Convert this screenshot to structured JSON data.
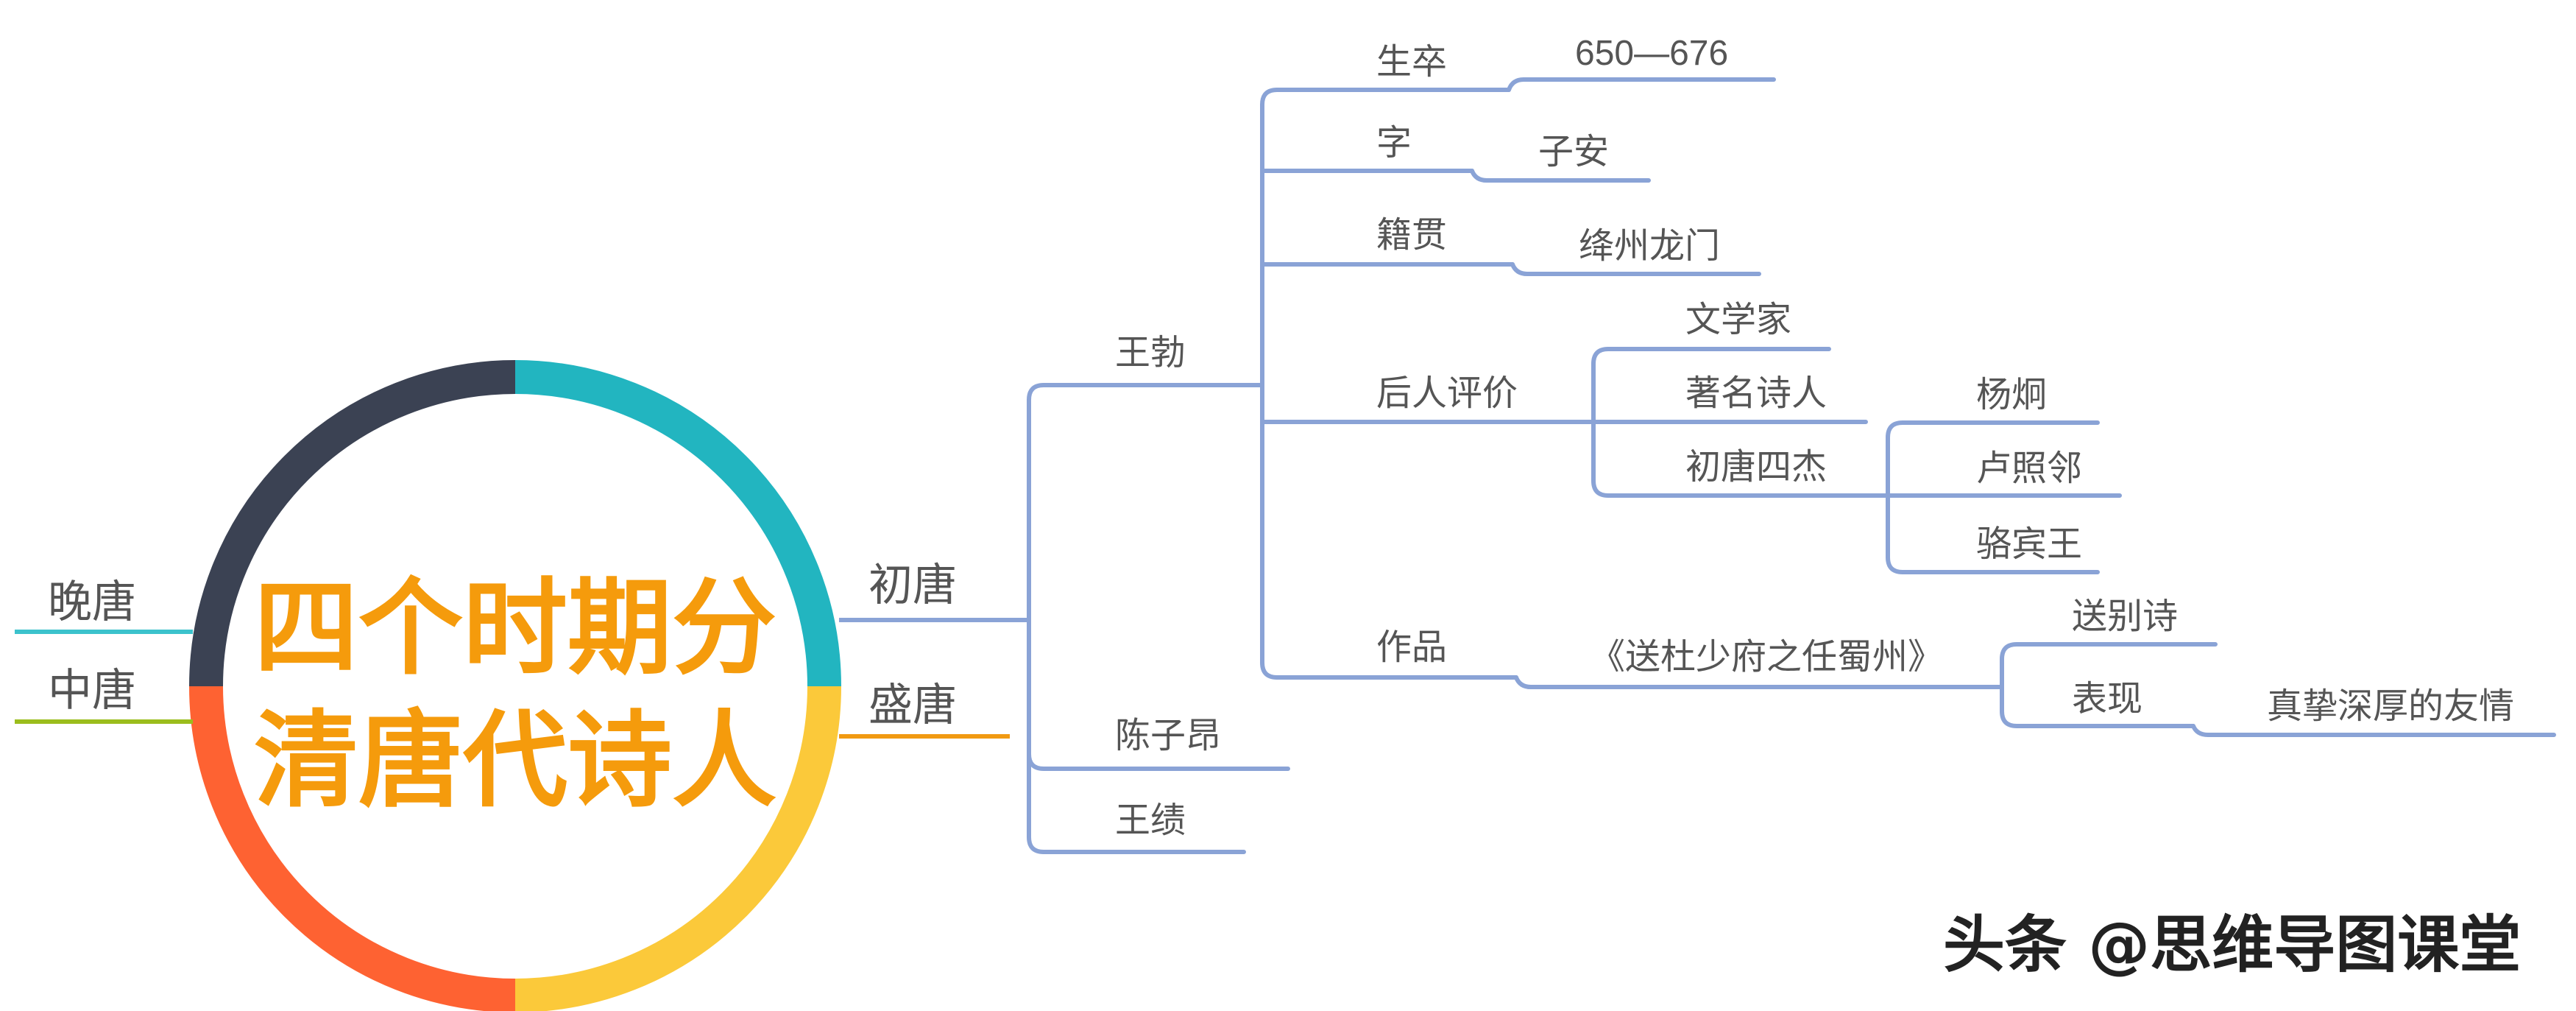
{
  "colors": {
    "ring_teal": "#22b5c0",
    "ring_yellow": "#fbc93a",
    "ring_orange": "#fe6232",
    "ring_navy": "#3b4253",
    "title": "#f59b0c",
    "branch_line": "#8aa3d6",
    "wantang_line": "#3cc2cc",
    "zhongtang_line": "#9bbd1c",
    "shengtang_line": "#f19a12"
  },
  "center": {
    "line1": "四个时期分",
    "line2": "清唐代诗人"
  },
  "periods": {
    "chutang": "初唐",
    "shengtang": "盛唐",
    "zhongtang": "中唐",
    "wantang": "晚唐"
  },
  "chutang_poets": {
    "wangbo": "王勃",
    "chenziang": "陈子昂",
    "wangji": "王绩"
  },
  "wangbo": {
    "shengzu": {
      "label": "生卒",
      "value": "650—676"
    },
    "zi": {
      "label": "字",
      "value": "子安"
    },
    "jiguan": {
      "label": "籍贯",
      "value": "绛州龙门"
    },
    "pingjia": {
      "label": "后人评价",
      "items": [
        "文学家",
        "著名诗人",
        "初唐四杰"
      ],
      "sijie": [
        "杨炯",
        "卢照邻",
        "骆宾王"
      ]
    },
    "zuopin": {
      "label": "作品",
      "title": "《送杜少府之任蜀州》",
      "type": "送别诗",
      "biaoxian_label": "表现",
      "biaoxian_value": "真挚深厚的友情"
    }
  },
  "watermark": "头条 @思维导图课堂"
}
